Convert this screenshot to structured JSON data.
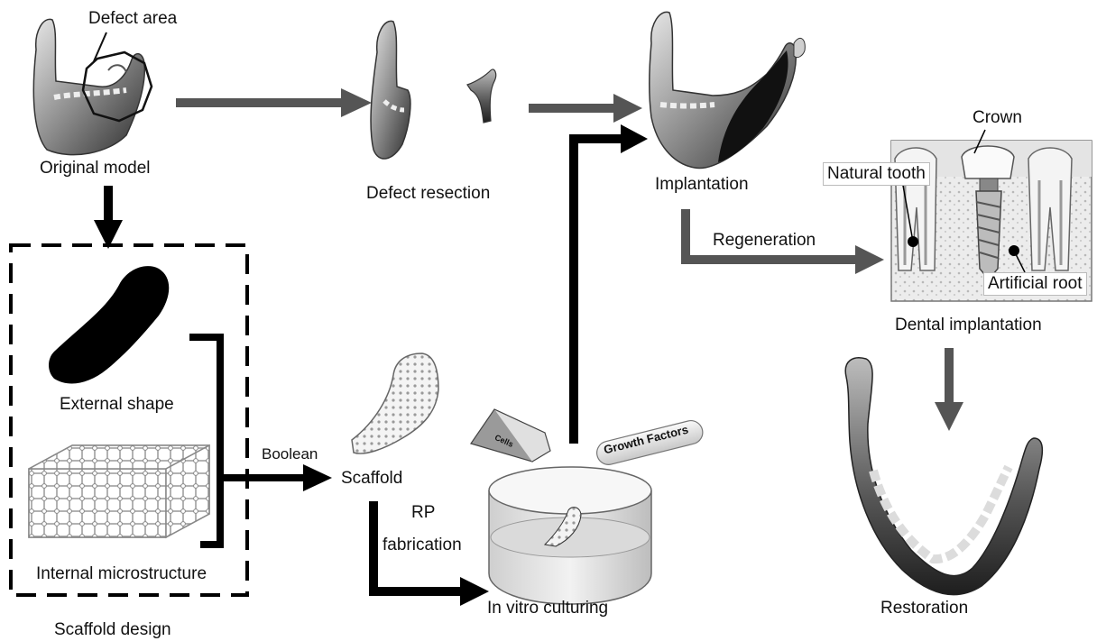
{
  "labels": {
    "defect_area": "Defect area",
    "original_model": "Original model",
    "defect_resection": "Defect resection",
    "implantation": "Implantation",
    "crown": "Crown",
    "natural_tooth": "Natural tooth",
    "artificial_root": "Artificial root",
    "regeneration": "Regeneration",
    "dental_implantation": "Dental implantation",
    "external_shape": "External shape",
    "internal_microstructure": "Internal microstructure",
    "scaffold_design": "Scaffold design",
    "boolean": "Boolean",
    "scaffold": "Scaffold",
    "cells": "Cells",
    "growth_factors": "Growth Factors",
    "rp": "RP",
    "fabrication": "fabrication",
    "in_vitro_culturing": "In vitro culturing",
    "restoration": "Restoration"
  },
  "colors": {
    "arrow_gray": "#555555",
    "arrow_black": "#000000",
    "bone_dark": "#3a3a3a",
    "bone_mid": "#8a8a8a",
    "bone_light": "#d8d8d8"
  }
}
